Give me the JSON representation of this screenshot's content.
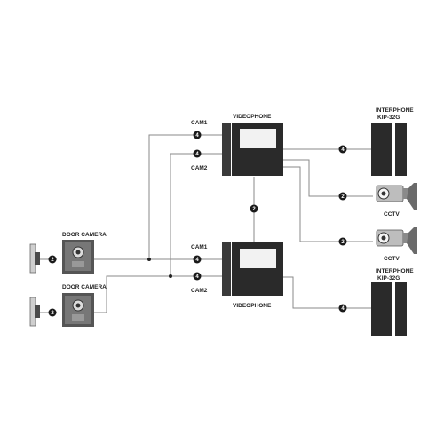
{
  "labels": {
    "videophone": "VIDEOPHONE",
    "cam1": "CAM1",
    "cam2": "CAM2",
    "door_camera": "DOOR CAMERA",
    "interphone": "INTERPHONE",
    "interphone_model": "KIP-32G",
    "cctv": "CCTV"
  },
  "wire_counts": {
    "top_cam1": "4",
    "top_cam2": "4",
    "bottom_cam1": "4",
    "bottom_cam2": "4",
    "videophone_link": "2",
    "door_camera_1": "2",
    "door_camera_2": "2",
    "interphone_top": "4",
    "interphone_bottom": "4",
    "cctv_top": "2",
    "cctv_bottom": "2"
  },
  "colors": {
    "device_dark": "#2a2a2a",
    "screen": "#f2f2f2",
    "wire": "#8a8a8a",
    "badge": "#1a1a1a"
  }
}
